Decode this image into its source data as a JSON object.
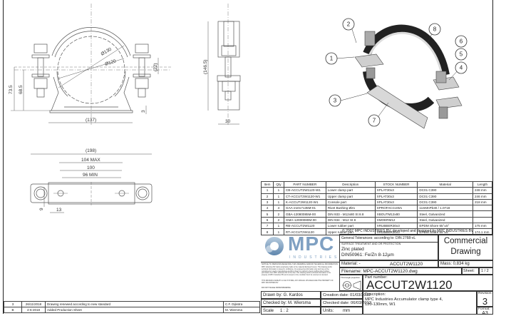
{
  "drawing": {
    "front_view": {
      "dims": {
        "outer_diameter": "Ø130",
        "inner_diameter": "Ø120",
        "height_total": "73.5",
        "height_center": "68.5",
        "bolt_gap": "(22)",
        "width": "(137)",
        "base_thickness": "3"
      }
    },
    "side_view": {
      "dims": {
        "height": "(146.5)",
        "width": "30"
      }
    },
    "top_view": {
      "dims": {
        "overall": "(198)",
        "max": "104 MAX",
        "nominal": "100",
        "min": "96 MIN",
        "slot_width": "9",
        "slot_length": "13"
      }
    },
    "iso_view": {
      "balloons": [
        "1",
        "2",
        "3",
        "4",
        "5",
        "6",
        "7",
        "8"
      ]
    }
  },
  "bom": {
    "headers": [
      "Item",
      "Qty",
      "PART NUMBER",
      "Description",
      "STOCK NUMBER",
      "Material",
      "Length"
    ],
    "rows": [
      [
        "1",
        "1",
        "CB-ACCUT2W1120-W1",
        "Lower clamp part",
        "XPLAT30x3",
        "DC01 C390",
        "248 mm"
      ],
      [
        "2",
        "1",
        "CT-ACCUT2W1120-W1",
        "Upper clamp part",
        "XPLAT30x3",
        "DC01 C390",
        "246 mm"
      ],
      [
        "3",
        "1",
        "K-ACCUT2W1120-W1",
        "Console part",
        "XPLAT30x3",
        "DC01 C390",
        "218 mm"
      ],
      [
        "4",
        "4",
        "GAA-21017135M-01",
        "Rivet Bushing Ø21",
        "XPROFACCUW1",
        "11SMnPb30 / 1.0718",
        ""
      ],
      [
        "5",
        "2",
        "GBA-12080085M-00",
        "DIN 933 - M12x80 St 8.8",
        "XBOUTM12x80",
        "Steel, Galvanized",
        ""
      ],
      [
        "6",
        "2",
        "GMA-12000080M-00",
        "DIN 934 - M12 St 8",
        "XMOERM12",
        "Steel, Galvanized",
        ""
      ],
      [
        "7",
        "1",
        "RB-ACCUT2W1120",
        "Lower rubber part",
        "XRUBBER30x3",
        "EPDM Shore 65°±5°",
        "175 mm"
      ],
      [
        "8",
        "1",
        "RT-ACCUT2W1120",
        "Upper rubber part",
        "XRUBBER30x3",
        "EPDM Shore 65°±5°",
        "174.1 mm"
      ]
    ]
  },
  "title_block": {
    "copyright": "© 2007 MPC INDUSTRIES BV, developed and designed by MPC INDUSTRIES BV",
    "logo_main": "MPC",
    "logo_sub": "INDUSTRIES",
    "tolerances": "General Tolerances: according to: DIN 2768-vL",
    "surface_label": "SURFACE TREATMENT AND OR PROTECTION",
    "surface_line1": "Zinc plated",
    "surface_line2": "DIN50961: Fe/Zn 8-12µm",
    "drawing_type_line1": "Commercial",
    "drawing_type_line2": "Drawing",
    "notice_header": "NOTICE TO PERSONS RECEIVING THIS DRAWING AND/OR TECHNICAL INFORMATION",
    "notice_body": "MPC Industries BV claims proprietary rights to the material disclosed hereon. This drawing and/or technical information is issued in confidence, for engineering information only and may not be reproduced or used to manufacture anything shown or referred to herein without direct written permission from MPC Industries BV to the user. This drawing and/or technical information is the property of MPC Industries BV and is issued on the condition that it be returned on demand.",
    "notice_note": "THIS DRAWING MADE BY A CAD SYSTEM, ANY MANUAL CHANGES ARE THE PROPERTY OF MPC INDUSTRIES BV",
    "do_not_scale": "DO NOT SCALE FROM DRAWING",
    "material_label": "Material: -",
    "material_value": "ACCUT2W1120",
    "mass": "Mass: 0,834 kg",
    "filename": "Filename: MPC-ACCUT2W1120.dwg",
    "sheet_label": "Sheet:",
    "sheet_value": "1 / 2",
    "projection_label": "Third angle projection",
    "part_number_label": "Part number:",
    "part_number": "ACCUT2W1120",
    "drawn_by": "Drawn by:  G. Kardos",
    "checked_by": "Checked by: M. Wiersma",
    "scale_label": "Scale",
    "scale_value": "1 : 2",
    "creation_date": "Creation date: 01/03/2012",
    "checked_date": "Checked date: 06/03/2012",
    "units_label": "Units:",
    "units_value": "mm",
    "description_label": "Description:",
    "description": "MPC Industries Accumulator clamp type 4, 120-130mm, W1",
    "revision_label": "Revision:",
    "revision_value": "3",
    "format_label": "Format:",
    "format_value": "A3"
  },
  "revisions": [
    [
      "3",
      "26/11/2018",
      "Drawing renewed according to new standard",
      "C.F. Dijkstra"
    ],
    [
      "B",
      "4-6-2018",
      "Added Production Sheet",
      "M. Wiersma"
    ]
  ]
}
